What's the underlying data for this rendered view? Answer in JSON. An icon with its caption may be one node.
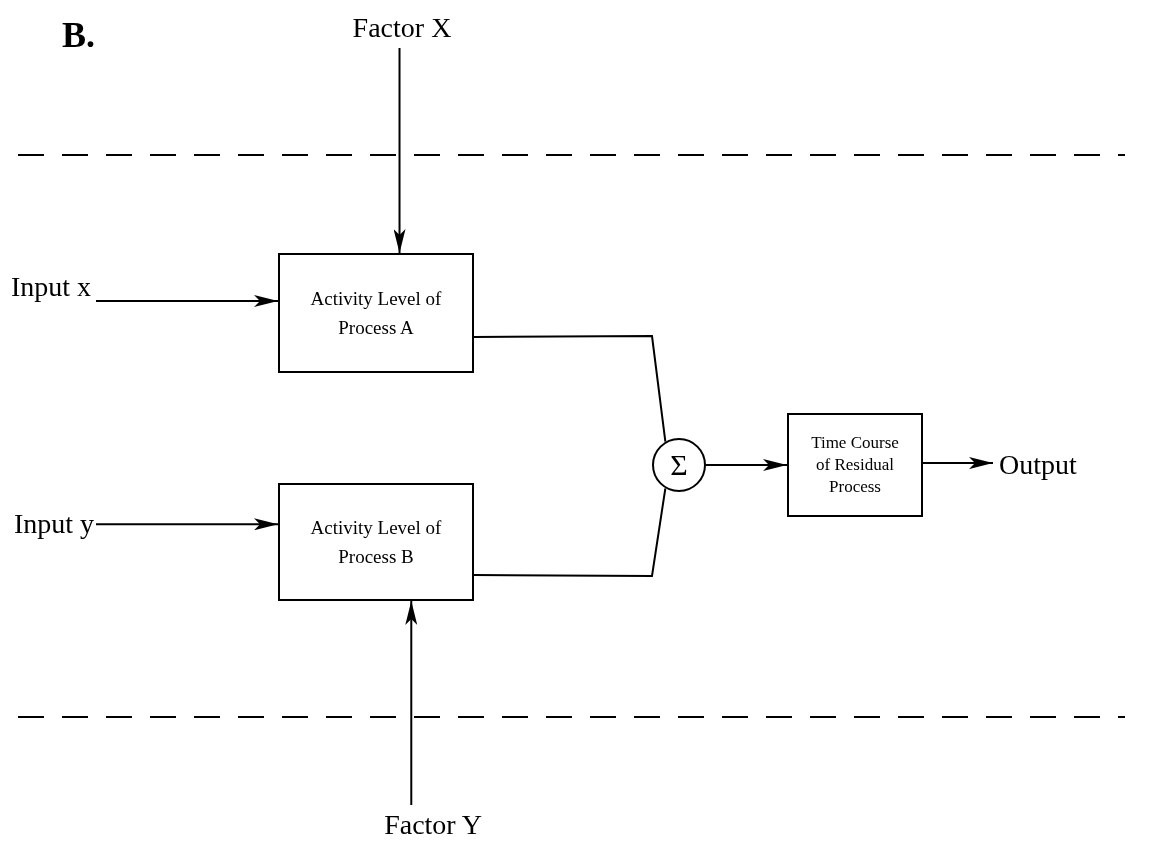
{
  "diagram": {
    "nodes": [
      {
        "text": [
          "Factor X"
        ]
      },
      {
        "text": [
          "Input x"
        ]
      },
      {
        "text": [
          "Activity Level of Process A"
        ]
      },
      {
        "text": [
          "Input y"
        ]
      },
      {
        "text": [
          "Activity Level of Process B"
        ]
      },
      {
        "text": [
          "Factor Y"
        ]
      },
      {
        "text": [
          "Σ"
        ]
      },
      {
        "text": [
          "Time Course of Residual Process"
        ]
      },
      {
        "text": [
          "Output"
        ]
      }
    ],
    "edges": [
      {
        "from": 0,
        "to": 2,
        "arrow": "to"
      },
      {
        "from": 1,
        "to": 2,
        "arrow": "to"
      },
      {
        "from": 3,
        "to": 4,
        "arrow": "to"
      },
      {
        "from": 5,
        "to": 4,
        "arrow": "to"
      },
      {
        "from": 2,
        "to": 6,
        "arrow": "none"
      },
      {
        "from": 4,
        "to": 6,
        "arrow": "none"
      },
      {
        "from": 6,
        "to": 7,
        "arrow": "to"
      },
      {
        "from": 7,
        "to": 8,
        "arrow": "to"
      }
    ],
    "labels": [
      "B."
    ]
  }
}
